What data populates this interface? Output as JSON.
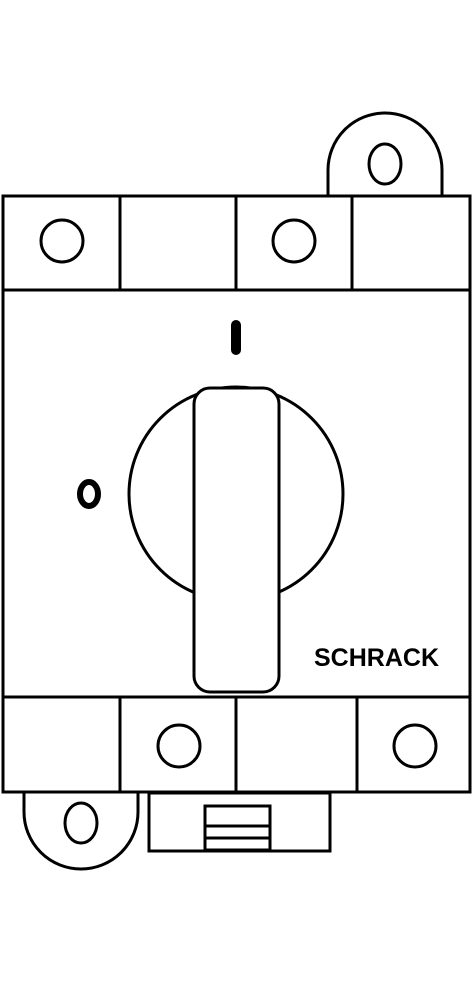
{
  "device": {
    "brand_label": "SCHRACK",
    "position_on_mark": "I",
    "position_off_mark": "O",
    "line_color": "#000000",
    "background_color": "#ffffff"
  }
}
